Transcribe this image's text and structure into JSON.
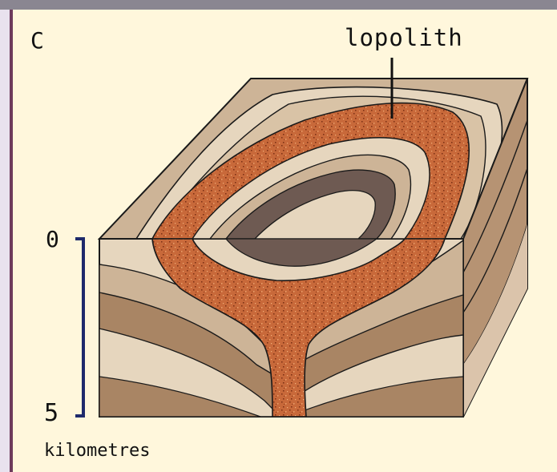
{
  "diagram": {
    "panel_letter": "C",
    "callout_label": "lopolith",
    "scale": {
      "top_value": "0",
      "bottom_value": "5",
      "unit_label": "kilometres"
    }
  },
  "colors": {
    "background_cream": "#fff7dc",
    "border_purple": "#6e3b5c",
    "top_bar_gray": "#8a8691",
    "lopolith_orange": "#c8693a",
    "layer_light": "#e6d6be",
    "layer_mid": "#cdb497",
    "layer_dark": "#a98564",
    "core_dark": "#6e5a52",
    "scale_bar_navy": "#1f2a6b"
  }
}
